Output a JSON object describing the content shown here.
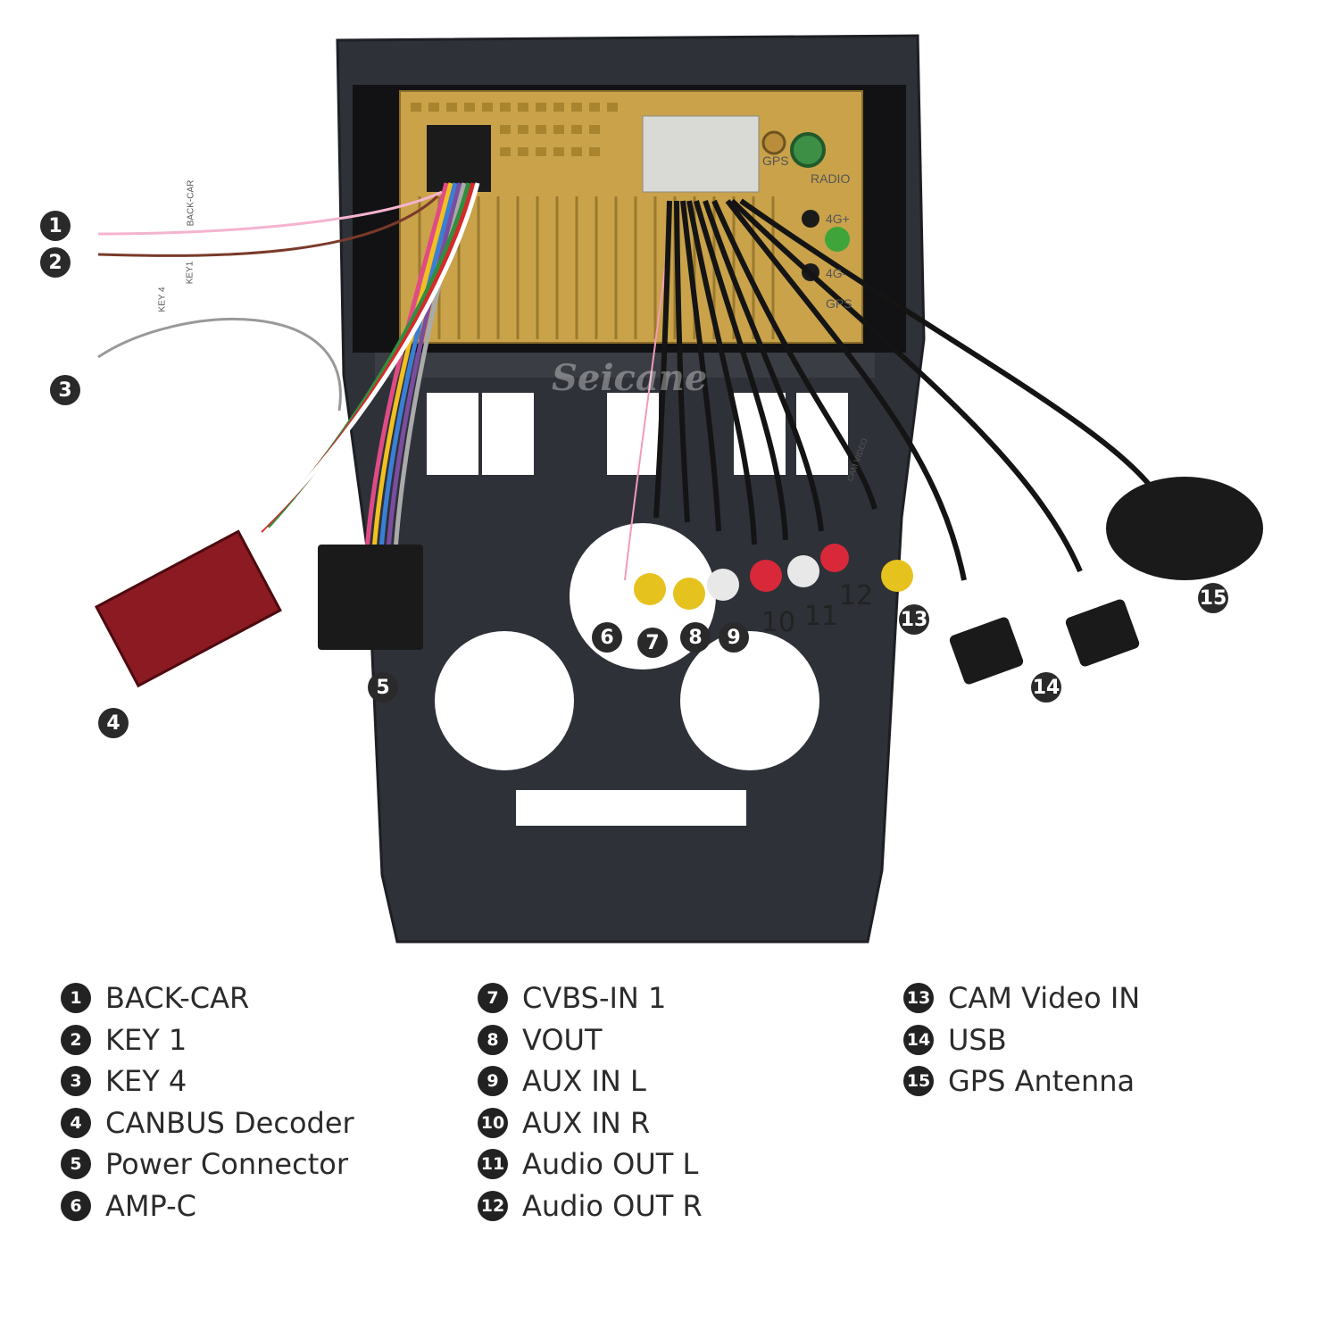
{
  "watermark": "Seicane",
  "port_labels": {
    "gps_top": "GPS",
    "radio": "RADIO",
    "lte_plus": "4G+",
    "lte_minus": "4G-",
    "gps_side": "GPS"
  },
  "tags": {
    "back_car": "BACK-CAR",
    "key1": "KEY1",
    "key4": "KEY 4",
    "cam_video": "CAM VIDEO"
  },
  "colors": {
    "bezel": "#2e3138",
    "chassis": "#c9a24a",
    "cable_black": "#141414",
    "rca_yellow": "#e6c21e",
    "rca_white": "#e8e8e8",
    "rca_red": "#d9283a",
    "decoder": "#8b1a22"
  },
  "legend": {
    "columns": [
      [
        {
          "num": "1",
          "label": "BACK-CAR"
        },
        {
          "num": "2",
          "label": "KEY 1"
        },
        {
          "num": "3",
          "label": "KEY 4"
        },
        {
          "num": "4",
          "label": "CANBUS Decoder"
        },
        {
          "num": "5",
          "label": "Power Connector"
        },
        {
          "num": "6",
          "label": "AMP-C"
        }
      ],
      [
        {
          "num": "7",
          "label": "CVBS-IN 1"
        },
        {
          "num": "8",
          "label": "VOUT"
        },
        {
          "num": "9",
          "label": "AUX IN L"
        },
        {
          "num": "10",
          "label": "AUX IN R"
        },
        {
          "num": "11",
          "label": "Audio OUT L"
        },
        {
          "num": "12",
          "label": "Audio OUT R"
        }
      ],
      [
        {
          "num": "13",
          "label": "CAM Video IN"
        },
        {
          "num": "14",
          "label": "USB"
        },
        {
          "num": "15",
          "label": "GPS Antenna"
        }
      ]
    ]
  },
  "markers": [
    "1",
    "2",
    "3",
    "4",
    "5",
    "6",
    "7",
    "8",
    "9",
    "10",
    "11",
    "12",
    "13",
    "14",
    "15"
  ]
}
